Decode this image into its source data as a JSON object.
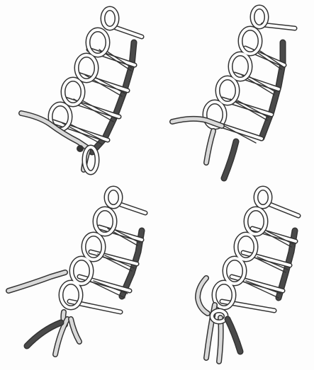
{
  "figure": {
    "panels": [
      {
        "id": "step-1",
        "strands": [
          "light"
        ]
      },
      {
        "id": "step-2",
        "strands": [
          "light",
          "dark"
        ]
      },
      {
        "id": "step-3",
        "strands": [
          "light",
          "dark"
        ]
      },
      {
        "id": "step-4",
        "strands": [
          "light",
          "dark"
        ]
      }
    ]
  },
  "colors": {
    "background": "#fdfdfd",
    "outline": "#333333",
    "cord_fill": "#ffffff",
    "light_strand": "#d9d9d9",
    "dark_strand": "#4a4a4a"
  }
}
